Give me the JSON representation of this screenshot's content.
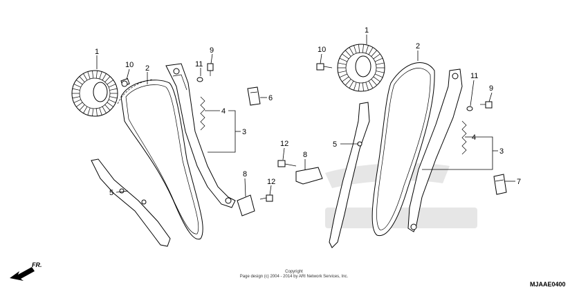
{
  "callouts": {
    "l1": "1",
    "l10": "10",
    "l2": "2",
    "l9": "9",
    "l11": "11",
    "l6": "6",
    "l4": "4",
    "l3": "3",
    "l5": "5",
    "l12a": "12",
    "l8a": "8",
    "l8b": "8",
    "l12b": "12",
    "r10": "10",
    "r1": "1",
    "r2": "2",
    "r11": "11",
    "r9": "9",
    "r5": "5",
    "r4": "4",
    "r3": "3",
    "r7": "7"
  },
  "footer": {
    "copyright_line1": "Copyright",
    "copyright_line2": "Page design (c) 2004 - 2014 by ARI Network Services, Inc.",
    "diagram_code": "MJAAE0400",
    "direction": "FR."
  }
}
